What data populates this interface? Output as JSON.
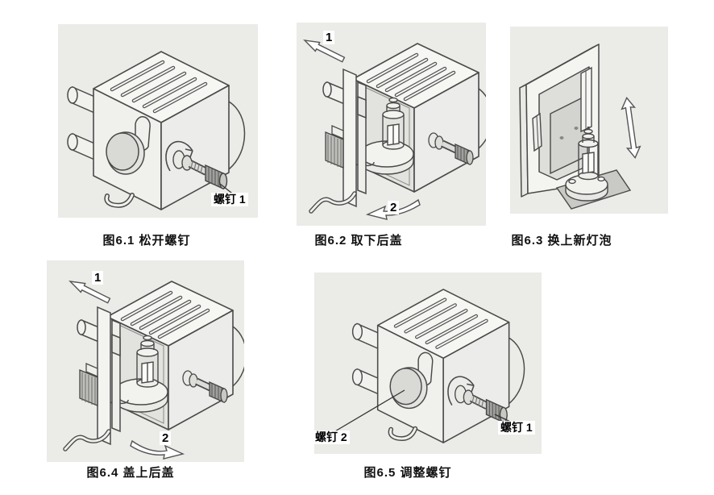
{
  "document": {
    "type": "instruction-diagram-sheet",
    "language": "zh-CN",
    "background": "#ffffff"
  },
  "panel": {
    "background": "#ebebe8",
    "line_color": "#4a4a4a",
    "metal_dark": "#a0a09d",
    "metal_light": "#c8c8c5"
  },
  "figures": [
    {
      "caption": "图6.1 松开螺钉",
      "labels": [
        "螺钉 1"
      ]
    },
    {
      "caption": "图6.2 取下后盖",
      "labels": [
        "1",
        "2"
      ]
    },
    {
      "caption": "图6.3 换上新灯泡",
      "labels": []
    },
    {
      "caption": "图6.4 盖上后盖",
      "labels": [
        "1",
        "2"
      ]
    },
    {
      "caption": "图6.5 调整螺钉",
      "labels": [
        "螺钉 2",
        "螺钉 1"
      ]
    }
  ]
}
